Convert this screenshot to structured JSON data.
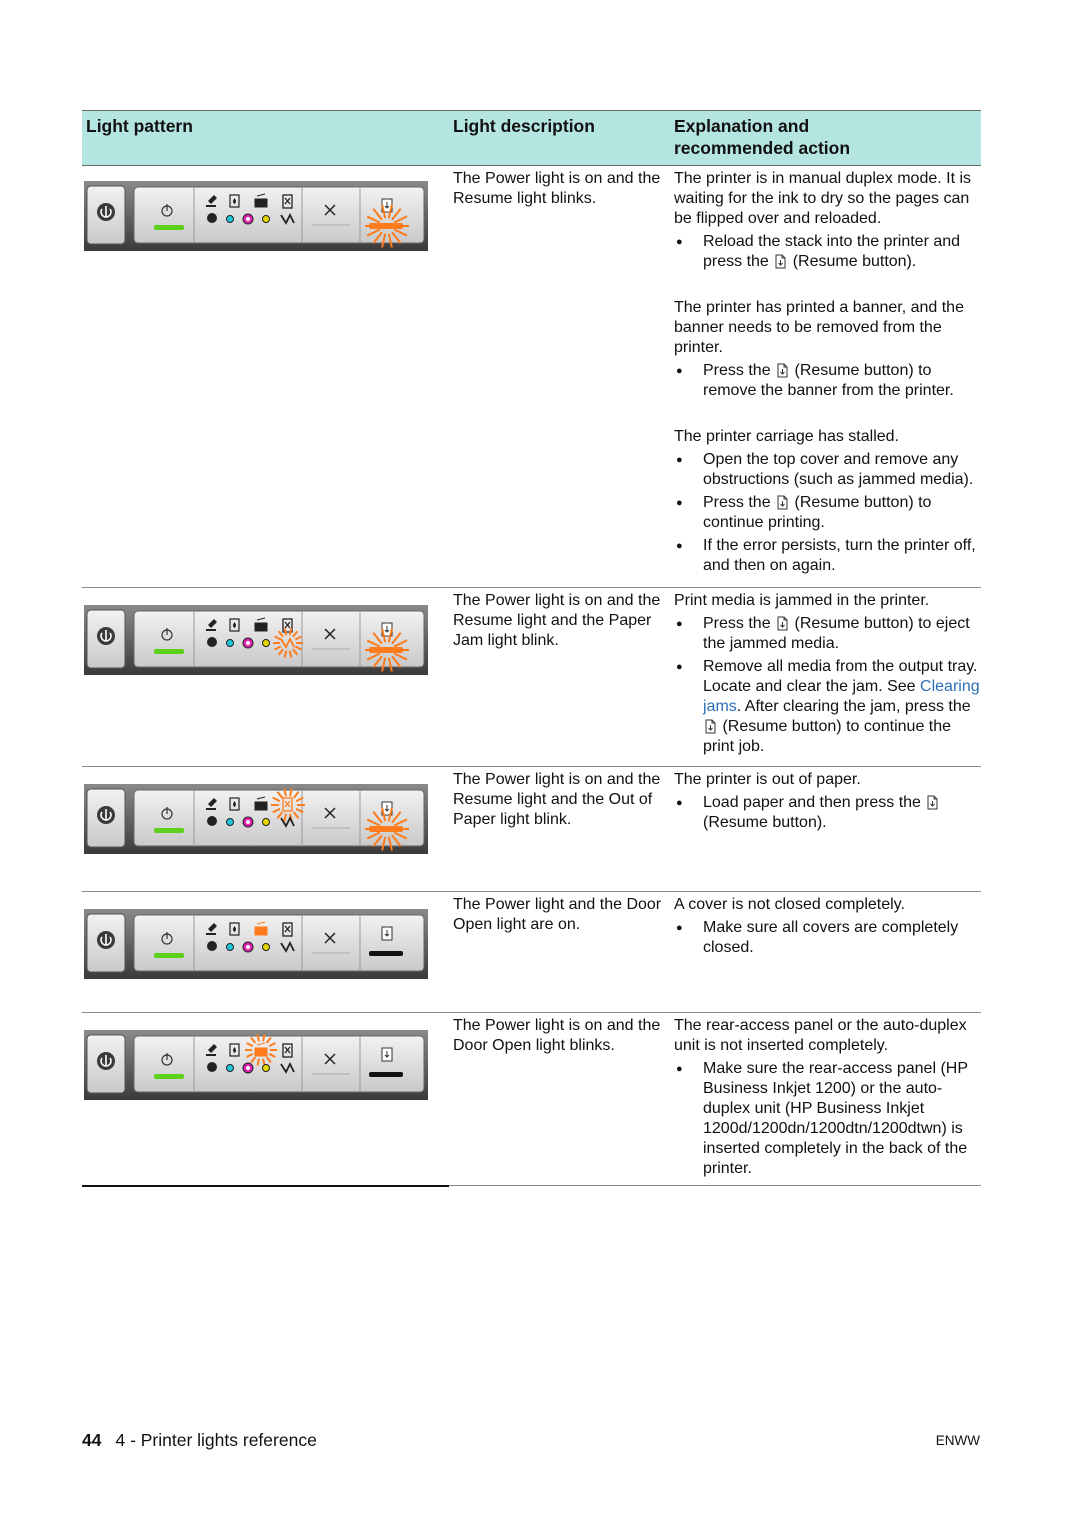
{
  "header": {
    "col1": "Light pattern",
    "col2": "Light description",
    "col3_line1": "Explanation and",
    "col3_line2": "recommended action"
  },
  "colors": {
    "header_bg": "#b5e5e1",
    "power_green": "#5cd01c",
    "blink_orange": "#ff7b1c",
    "cyan_ink": "#1ec8d8",
    "magenta_ink": "#e020b0",
    "yellow_ink": "#e8d800",
    "link_blue": "#2a6fb7"
  },
  "rows": [
    {
      "description": "The Power light is on and the Resume light blinks.",
      "panel_state": {
        "power": "on",
        "resume": "blink",
        "paper_jam": "off",
        "out_of_paper": "off",
        "door_open": "off"
      },
      "groups": [
        {
          "text": "The printer is in manual duplex mode. It is waiting for the ink to dry so the pages can be flipped over and reloaded.",
          "bullets": [
            {
              "pre": "Reload the stack into the printer and press the",
              "post": "(Resume button)."
            }
          ]
        },
        {
          "text": "The printer has printed a banner, and the banner needs to be removed from the printer.",
          "bullets": [
            {
              "pre": "Press the",
              "post": "(Resume button) to remove the banner from the printer."
            }
          ]
        },
        {
          "text": "The printer carriage has stalled.",
          "bullets": [
            {
              "pre": "Open the top cover and remove any obstructions (such as jammed media).",
              "post": ""
            },
            {
              "pre": "Press the",
              "post": "(Resume button) to continue printing."
            },
            {
              "pre": "If the error persists, turn the printer off, and then on again.",
              "post": ""
            }
          ]
        }
      ]
    },
    {
      "description": "The Power light is on and the Resume light and the Paper Jam light blink.",
      "panel_state": {
        "power": "on",
        "resume": "blink",
        "paper_jam": "blink",
        "out_of_paper": "off",
        "door_open": "off"
      },
      "groups": [
        {
          "text": "Print media is jammed in the printer.",
          "bullets": [
            {
              "pre": "Press the",
              "post": "(Resume button) to eject the jammed media."
            },
            {
              "pre": "Remove all media from the output tray. Locate and clear the jam. See",
              "link": "Clearing jams",
              "post2": ". After clearing the jam, press the",
              "post": "(Resume button) to continue the print job."
            }
          ]
        }
      ]
    },
    {
      "description": "The Power light is on and the Resume light and the Out of Paper light blink.",
      "panel_state": {
        "power": "on",
        "resume": "blink",
        "paper_jam": "off",
        "out_of_paper": "blink",
        "door_open": "off"
      },
      "groups": [
        {
          "text": "The printer is out of paper.",
          "bullets": [
            {
              "pre": "Load paper and then press the",
              "post": "(Resume button)."
            }
          ]
        }
      ]
    },
    {
      "description": "The Power light and the Door Open light are on.",
      "panel_state": {
        "power": "on",
        "resume": "off",
        "paper_jam": "off",
        "out_of_paper": "off",
        "door_open": "on"
      },
      "groups": [
        {
          "text": "A cover is not closed completely.",
          "bullets": [
            {
              "pre": "Make sure all covers are completely closed.",
              "post": ""
            }
          ]
        }
      ]
    },
    {
      "description": "The Power light is on and the Door Open light blinks.",
      "panel_state": {
        "power": "on",
        "resume": "off",
        "paper_jam": "off",
        "out_of_paper": "off",
        "door_open": "blink"
      },
      "groups": [
        {
          "text": "The rear-access panel or the auto-duplex unit is not inserted completely.",
          "bullets": [
            {
              "pre": "Make sure the rear-access panel (HP Business Inkjet 1200) or the auto-duplex unit (HP Business Inkjet 1200d/1200dn/1200dtn/1200dtwn) is inserted completely in the back of the printer.",
              "post": ""
            }
          ]
        }
      ]
    }
  ],
  "footer": {
    "page_number": "44",
    "section": "4 - Printer lights reference",
    "right": "ENWW"
  }
}
